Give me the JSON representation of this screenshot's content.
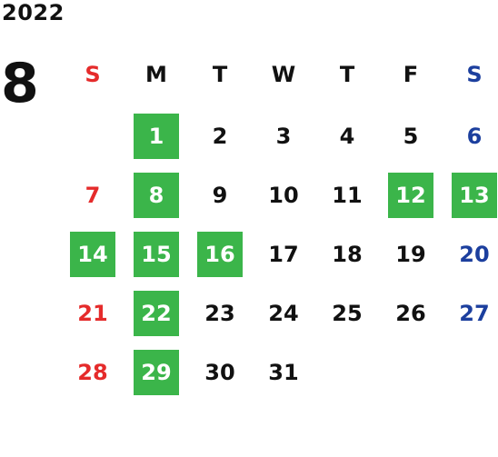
{
  "year": "2022",
  "month": "8",
  "colors": {
    "sunday": "#e52b2b",
    "saturday": "#1c3f9e",
    "weekday": "#111111",
    "holiday_bg": "#3bb54a",
    "holiday_text": "#ffffff"
  },
  "weekdays": [
    "S",
    "M",
    "T",
    "W",
    "T",
    "F",
    "S"
  ],
  "weekday_colors": [
    "#e52b2b",
    "#111111",
    "#111111",
    "#111111",
    "#111111",
    "#111111",
    "#1c3f9e"
  ],
  "weeks": [
    [
      null,
      "1",
      "2",
      "3",
      "4",
      "5",
      "6"
    ],
    [
      "7",
      "8",
      "9",
      "10",
      "11",
      "12",
      "13"
    ],
    [
      "14",
      "15",
      "16",
      "17",
      "18",
      "19",
      "20"
    ],
    [
      "21",
      "22",
      "23",
      "24",
      "25",
      "26",
      "27"
    ],
    [
      "28",
      "29",
      "30",
      "31",
      null,
      null,
      null
    ]
  ],
  "highlighted_days": [
    "1",
    "8",
    "12",
    "13",
    "14",
    "15",
    "16",
    "22",
    "29"
  ]
}
